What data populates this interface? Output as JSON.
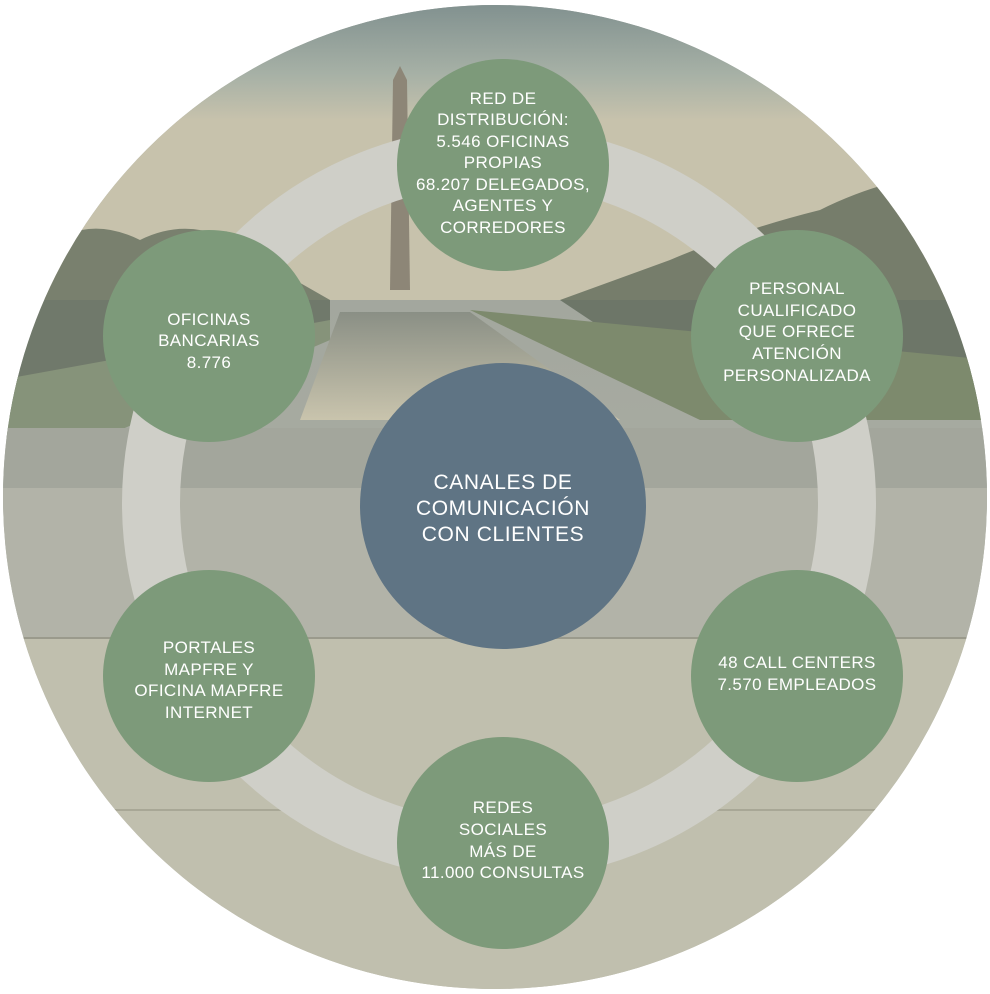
{
  "colors": {
    "node_fill": "#7d9a7a",
    "center_fill": "#5f7484",
    "ring": "#cfcfc8",
    "text": "#ffffff"
  },
  "center": {
    "lines": [
      "CANALES DE",
      "COMUNICACIÓN",
      "CON CLIENTES"
    ]
  },
  "nodes": [
    {
      "id": "red-distribucion",
      "lines": [
        "RED DE",
        "DISTRIBUCIÓN:",
        "5.546 OFICINAS",
        "PROPIAS",
        "68.207 DELEGADOS,",
        "AGENTES Y",
        "CORREDORES"
      ]
    },
    {
      "id": "personal-cualificado",
      "lines": [
        "PERSONAL",
        "CUALIFICADO",
        "QUE OFRECE",
        "ATENCIÓN",
        "PERSONALIZADA"
      ]
    },
    {
      "id": "call-centers",
      "lines": [
        "48 CALL CENTERS",
        "7.570 EMPLEADOS"
      ]
    },
    {
      "id": "redes-sociales",
      "lines": [
        "REDES",
        "SOCIALES",
        "MÁS DE",
        "11.000 CONSULTAS"
      ]
    },
    {
      "id": "portales-mapfre",
      "lines": [
        "PORTALES",
        "MAPFRE Y",
        "OFICINA MAPFRE",
        "INTERNET"
      ]
    },
    {
      "id": "oficinas-bancarias",
      "lines": [
        "OFICINAS",
        "BANCARIAS",
        "8.776"
      ]
    }
  ]
}
